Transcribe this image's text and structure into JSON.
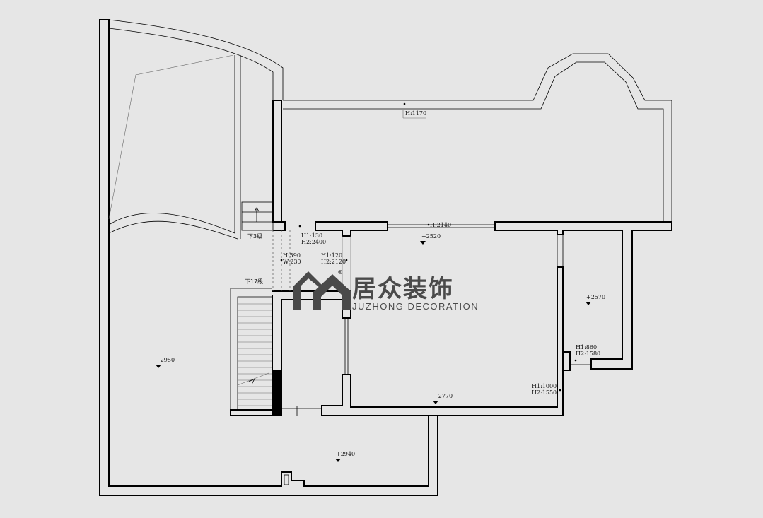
{
  "logo": {
    "name_cn": "居众装饰",
    "name_en": "JUZHONG DECORATION",
    "registered_mark": "®"
  },
  "annotations": {
    "h1170": "H:1170",
    "h2140": "H:2140",
    "lvl2520": "+2520",
    "down3": "下3级",
    "h1_130": "H1:130",
    "h2_2400": "H2:2400",
    "h590": "H:590",
    "w230": "W:230",
    "h1_120": "H1:120",
    "h2_2120": "H2:2120",
    "down17": "下17级",
    "lvl2570": "+2570",
    "lvl2950": "+2950",
    "h1_860": "H1:860",
    "h2_1580": "H2:1580",
    "h1_1000": "H1:1000",
    "h2_1550": "H2:1550",
    "lvl2770": "+2770",
    "lvl2940": "+2940"
  },
  "colors": {
    "background": "#e6e6e6",
    "walls": "#000000",
    "logo": "#4a4a4a"
  }
}
